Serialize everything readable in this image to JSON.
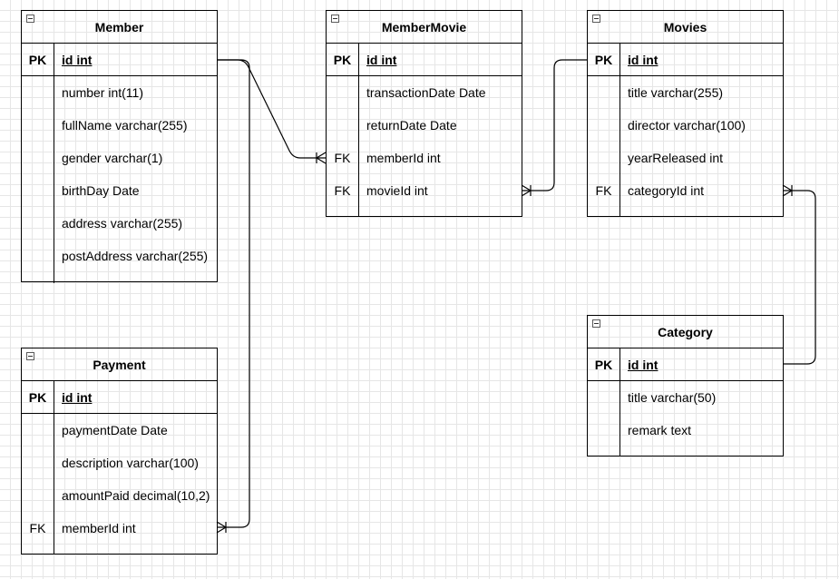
{
  "entities": {
    "member": {
      "title": "Member",
      "pk": {
        "key": "PK",
        "field": "id int"
      },
      "fields": [
        {
          "key": "",
          "field": "number int(11)"
        },
        {
          "key": "",
          "field": "fullName varchar(255)"
        },
        {
          "key": "",
          "field": "gender varchar(1)"
        },
        {
          "key": "",
          "field": "birthDay Date"
        },
        {
          "key": "",
          "field": "address varchar(255)"
        },
        {
          "key": "",
          "field": "postAddress varchar(255)"
        }
      ]
    },
    "membermovie": {
      "title": "MemberMovie",
      "pk": {
        "key": "PK",
        "field": "id int"
      },
      "fields": [
        {
          "key": "",
          "field": "transactionDate Date"
        },
        {
          "key": "",
          "field": "returnDate Date"
        },
        {
          "key": "FK",
          "field": "memberId int"
        },
        {
          "key": "FK",
          "field": "movieId int"
        }
      ]
    },
    "movies": {
      "title": "Movies",
      "pk": {
        "key": "PK",
        "field": "id int"
      },
      "fields": [
        {
          "key": "",
          "field": "title varchar(255)"
        },
        {
          "key": "",
          "field": "director varchar(100)"
        },
        {
          "key": "",
          "field": "yearReleased int"
        },
        {
          "key": "FK",
          "field": "categoryId int"
        }
      ]
    },
    "payment": {
      "title": "Payment",
      "pk": {
        "key": "PK",
        "field": "id int"
      },
      "fields": [
        {
          "key": "",
          "field": "paymentDate Date"
        },
        {
          "key": "",
          "field": "description varchar(100)"
        },
        {
          "key": "",
          "field": "amountPaid decimal(10,2)"
        },
        {
          "key": "FK",
          "field": "memberId int"
        }
      ]
    },
    "category": {
      "title": "Category",
      "pk": {
        "key": "PK",
        "field": "id int"
      },
      "fields": [
        {
          "key": "",
          "field": "title varchar(50)"
        },
        {
          "key": "",
          "field": "remark text"
        }
      ]
    }
  },
  "relationships": [
    {
      "from": "Member.id",
      "to": "MemberMovie.memberId",
      "cardinality": "one-to-many"
    },
    {
      "from": "Movies.id",
      "to": "MemberMovie.movieId",
      "cardinality": "one-to-many"
    },
    {
      "from": "Member.id",
      "to": "Payment.memberId",
      "cardinality": "one-to-many"
    },
    {
      "from": "Category.id",
      "to": "Movies.categoryId",
      "cardinality": "one-to-many"
    }
  ]
}
